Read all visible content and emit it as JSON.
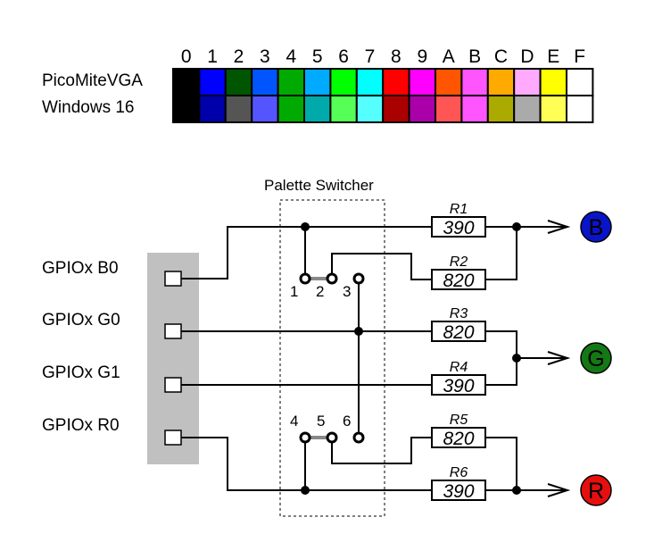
{
  "palette_table": {
    "headers": [
      "0",
      "1",
      "2",
      "3",
      "4",
      "5",
      "6",
      "7",
      "8",
      "9",
      "A",
      "B",
      "C",
      "D",
      "E",
      "F"
    ],
    "rows": [
      {
        "label": "PicoMiteVGA",
        "colors": [
          "#000000",
          "#0000ff",
          "#005500",
          "#0055ff",
          "#00aa00",
          "#00aaff",
          "#00ff00",
          "#00ffff",
          "#ff0000",
          "#ff00ff",
          "#ff5500",
          "#ff55ff",
          "#ffaa00",
          "#ffaaff",
          "#ffff00",
          "#ffffff"
        ]
      },
      {
        "label": "Windows 16",
        "colors": [
          "#000000",
          "#0000aa",
          "#555555",
          "#5555ff",
          "#00aa00",
          "#00aaaa",
          "#55ff55",
          "#55ffff",
          "#aa0000",
          "#aa00aa",
          "#ff5555",
          "#ff55ff",
          "#aaaa00",
          "#aaaaaa",
          "#ffff55",
          "#ffffff"
        ]
      }
    ]
  },
  "schematic": {
    "switcher_title": "Palette Switcher",
    "gpio_pins": [
      {
        "label": "GPIOx B0"
      },
      {
        "label": "GPIOx G0"
      },
      {
        "label": "GPIOx G1"
      },
      {
        "label": "GPIOx R0"
      }
    ],
    "switch_pins": [
      "1",
      "2",
      "3",
      "4",
      "5",
      "6"
    ],
    "resistors": [
      {
        "name": "R1",
        "value": "390"
      },
      {
        "name": "R2",
        "value": "820"
      },
      {
        "name": "R3",
        "value": "820"
      },
      {
        "name": "R4",
        "value": "390"
      },
      {
        "name": "R5",
        "value": "820"
      },
      {
        "name": "R6",
        "value": "390"
      }
    ],
    "outputs": [
      {
        "label": "B",
        "color": "#0a14c8"
      },
      {
        "label": "G",
        "color": "#147814"
      },
      {
        "label": "R",
        "color": "#e60f0f"
      }
    ],
    "jumper_color": "#888888",
    "header_block_color": "#c0c0c0"
  }
}
